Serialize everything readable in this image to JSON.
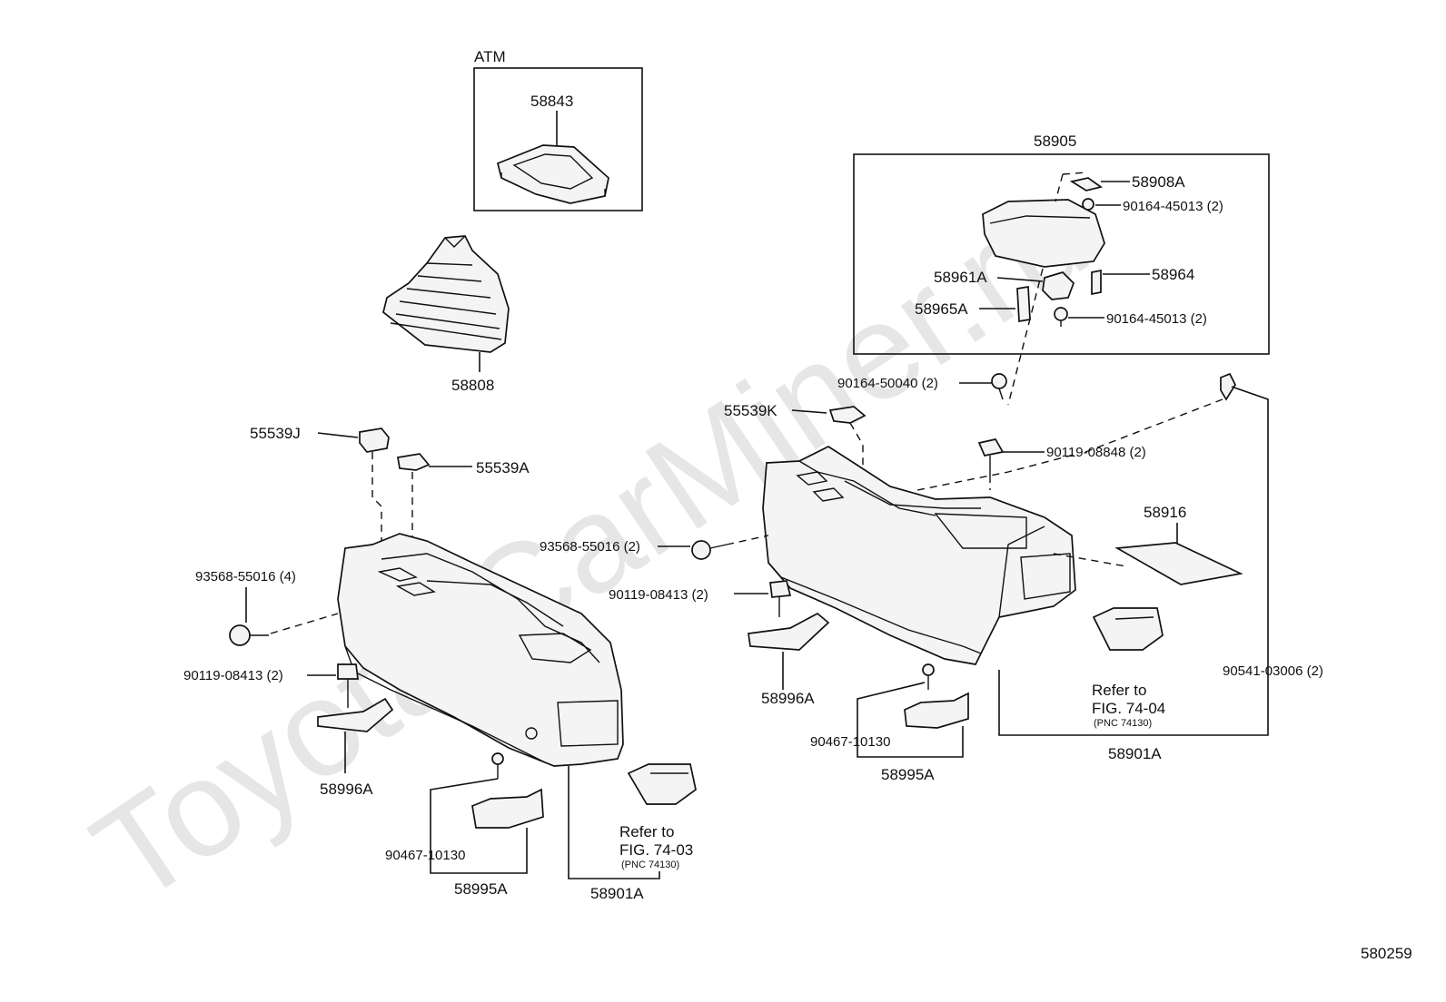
{
  "diagram": {
    "watermark": "Toyota-CarMiner.ru",
    "figure_number": "580259",
    "atm_box": {
      "title": "ATM",
      "part": "58843"
    },
    "shift_boot": "58808",
    "left_console": {
      "cap_j": "55539J",
      "cap_a": "55539A",
      "screw_side": "93568-55016 (4)",
      "bolt": "90119-08413 (2)",
      "bracket": "58996A",
      "clip": "90467-10130",
      "bracket_set": "58995A",
      "console": "58901A",
      "refer": {
        "line1": "Refer to",
        "line2": "FIG. 74-03",
        "line3": "(PNC 74130)"
      }
    },
    "armrest_box": {
      "title": "58905",
      "hinge": "58908A",
      "screw_top": "90164-45013 (2)",
      "latch": "58961A",
      "spring": "58964",
      "pin": "58965A",
      "screw_bottom": "90164-45013 (2)"
    },
    "right_console": {
      "screw_arm": "90164-50040 (2)",
      "cap_k": "55539K",
      "bolt_top": "90119-08848 (2)",
      "mat": "58916",
      "screw_side": "93568-55016 (2)",
      "bolt": "90119-08413 (2)",
      "bracket": "58996A",
      "clip": "90467-10130",
      "bracket_set": "58995A",
      "console": "58901A",
      "clip_right": "90541-03006 (2)",
      "refer": {
        "line1": "Refer to",
        "line2": "FIG. 74-04",
        "line3": "(PNC 74130)"
      }
    }
  }
}
